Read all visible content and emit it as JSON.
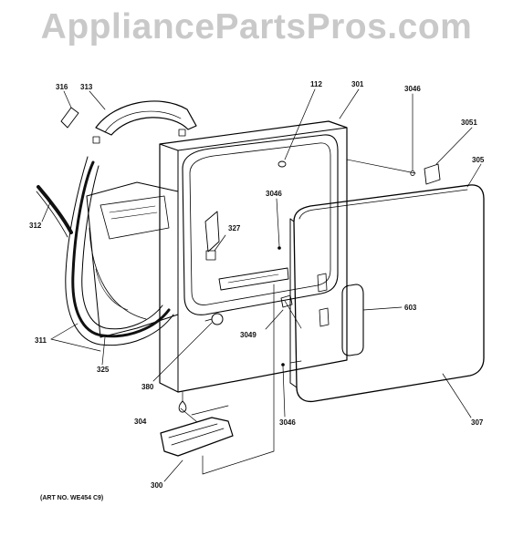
{
  "watermark": "AppliancePartsPros.com",
  "art_number": "(ART NO. WE454 C9)",
  "callouts": {
    "c316": "316",
    "c313": "313",
    "c312": "312",
    "c311": "311",
    "c325": "325",
    "c112": "112",
    "c301": "301",
    "c3046_top": "3046",
    "c3051": "3051",
    "c305": "305",
    "c3046_mid": "3046",
    "c327": "327",
    "c603": "603",
    "c3049": "3049",
    "c380": "380",
    "c304": "304",
    "c3046_low": "3046",
    "c307": "307",
    "c300": "300"
  }
}
